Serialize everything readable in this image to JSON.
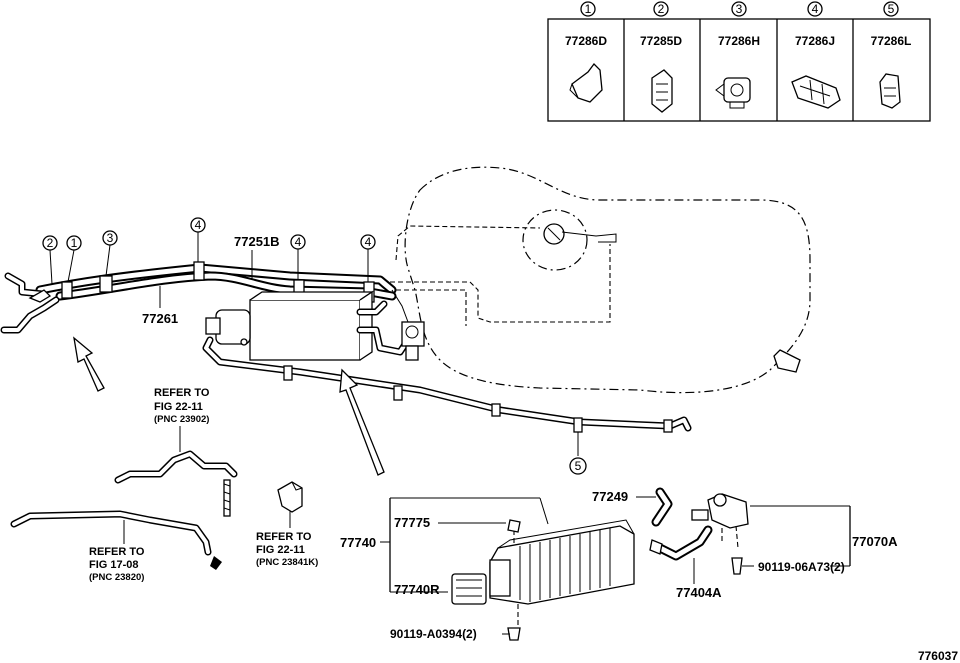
{
  "legend": {
    "items": [
      {
        "num": "1",
        "part": "77286D"
      },
      {
        "num": "2",
        "part": "77285D"
      },
      {
        "num": "3",
        "part": "77286H"
      },
      {
        "num": "4",
        "part": "77286J"
      },
      {
        "num": "5",
        "part": "77286L"
      }
    ]
  },
  "callouts": {
    "c1": "1",
    "c2": "2",
    "c3": "3",
    "c4": "4",
    "c5": "5"
  },
  "parts": {
    "p77261": "77261",
    "p77251b": "77251B",
    "p77249": "77249",
    "p77740": "77740",
    "p77775": "77775",
    "p77740r": "77740R",
    "p77070a": "77070A",
    "p77404a": "77404A",
    "p90119_06a73": "90119-06A73(2)",
    "p90119_a0394": "90119-A0394(2)"
  },
  "refs": {
    "r1": {
      "line1": "REFER TO",
      "line2": "FIG 22-11",
      "line3": "(PNC 23902)"
    },
    "r2": {
      "line1": "REFER TO",
      "line2": "FIG 17-08",
      "line3": "(PNC 23820)"
    },
    "r3": {
      "line1": "REFER TO",
      "line2": "FIG 22-11",
      "line3": "(PNC 23841K)"
    }
  },
  "figure_id": "776037"
}
